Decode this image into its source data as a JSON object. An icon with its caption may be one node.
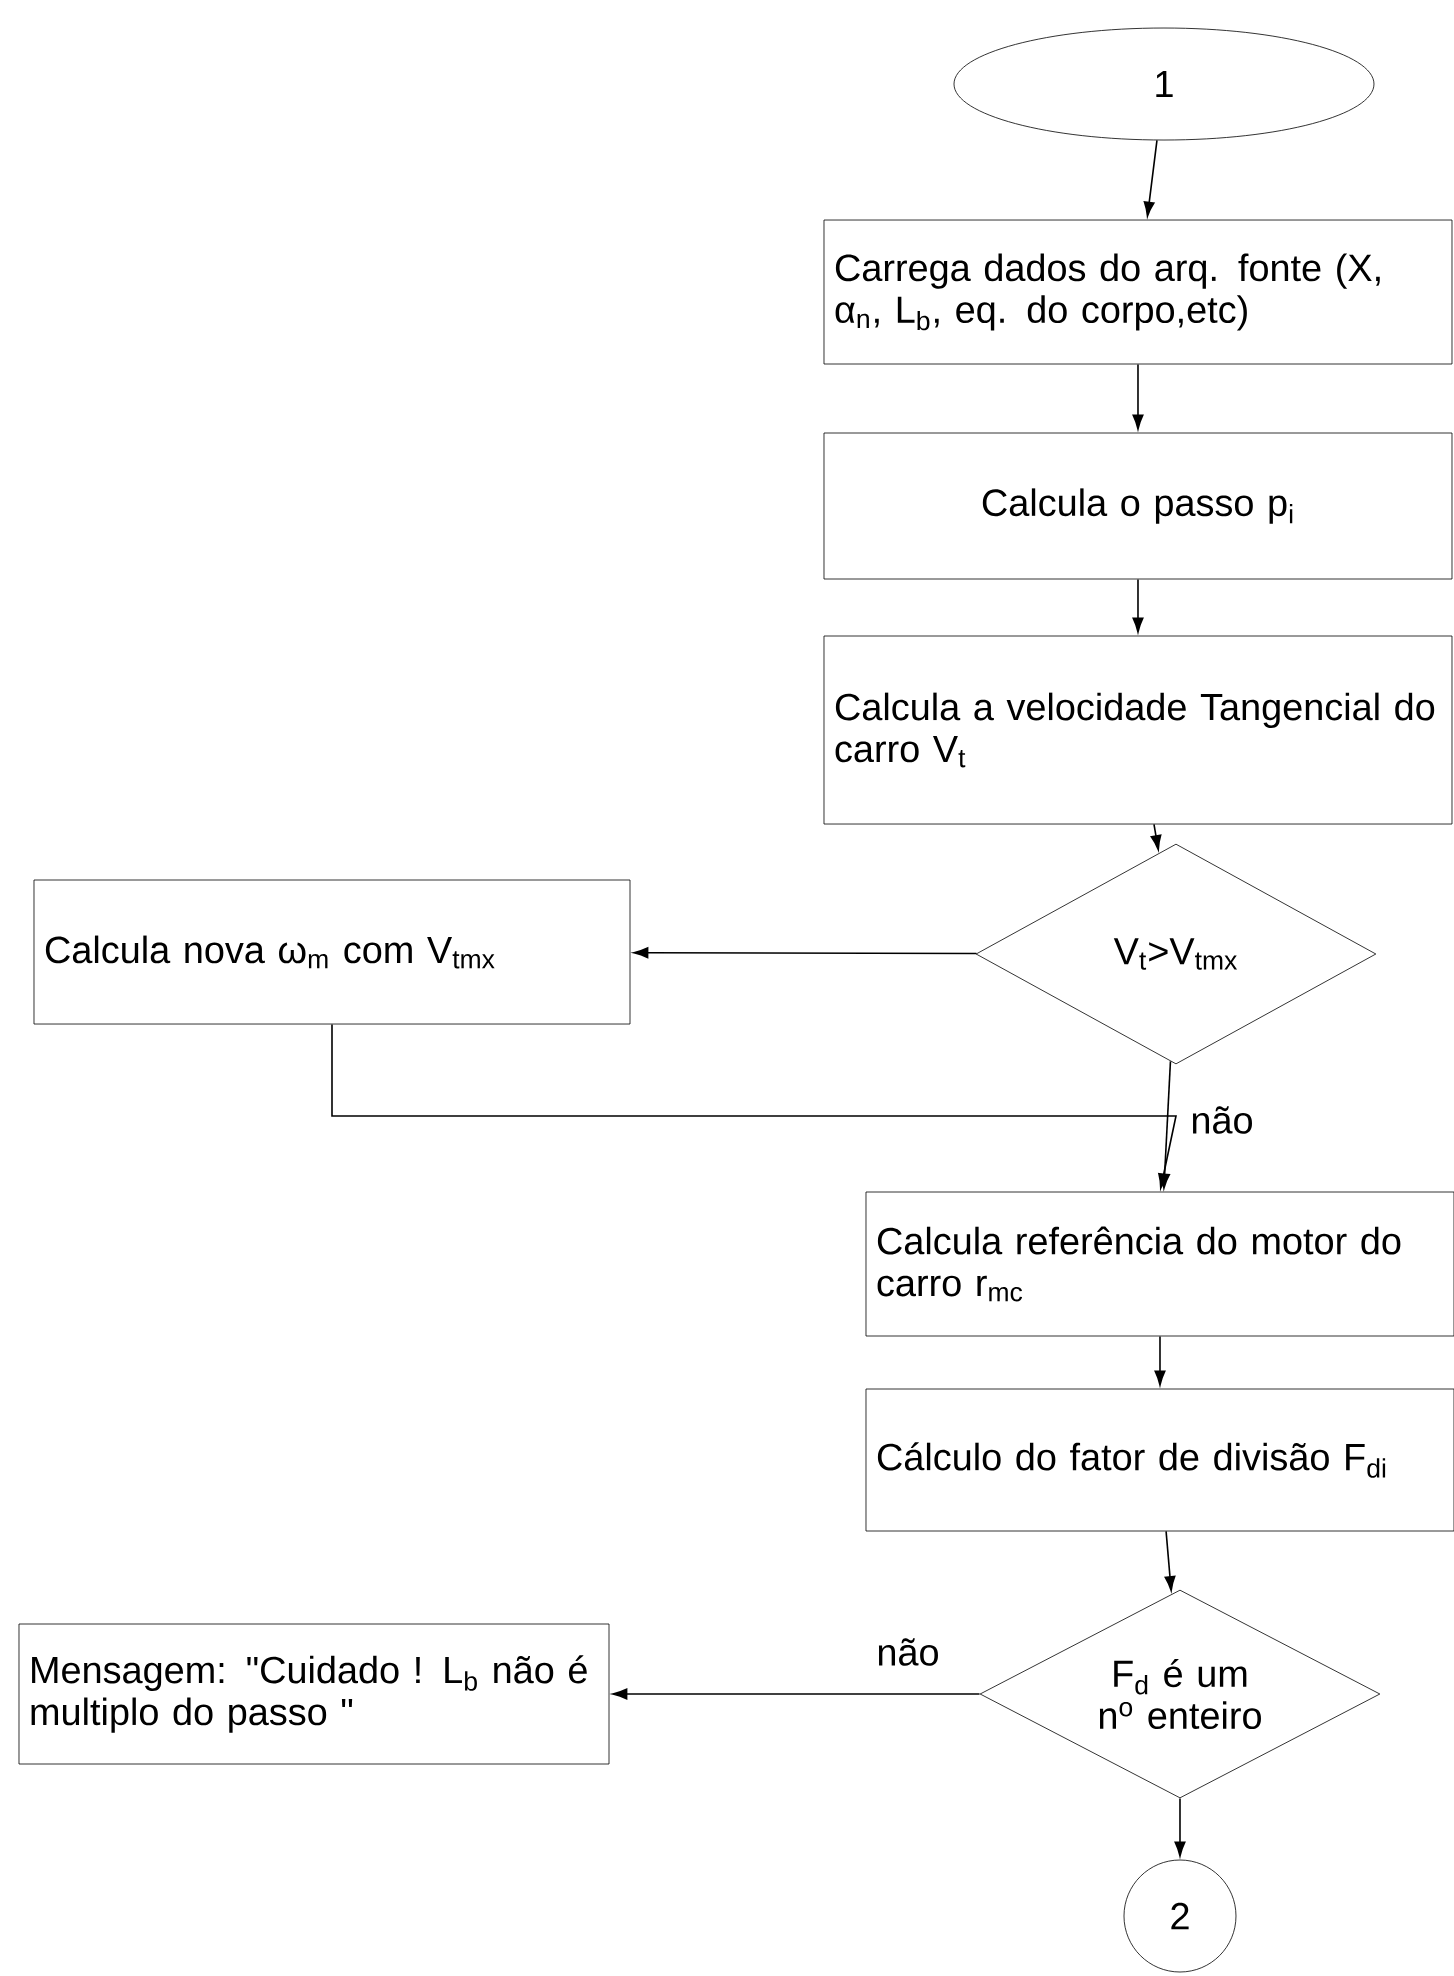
{
  "diagram": {
    "nodes": [
      {
        "text": [
          "1"
        ]
      },
      {
        "text": [
          "Carrega dados do arq. fonte (X, α$_{n}$, L$_{b}$, eq. do corpo,etc)"
        ]
      },
      {
        "text": [
          "Calcula o passo p$_{i}$"
        ]
      },
      {
        "text": [
          "Calcula a velocidade Tangencial do carro V$_{t}$"
        ]
      },
      {
        "text": [
          "V$_{t}$>V$_{tmx}$"
        ]
      },
      {
        "text": [
          "Calcula nova ω$_{m}$ com V$_{tmx}$"
        ]
      },
      {
        "text": [
          "Calcula referência do motor do carro r$_{mc}$"
        ]
      },
      {
        "text": [
          "Cálculo do fator de divisão F$_{di}$"
        ]
      },
      {
        "text": [
          "F$_{d}$ é um n$^{o}$ enteiro"
        ]
      },
      {
        "text": [
          "Mensagem: \"Cuidado ! L$_{b}$ não é multiplo do passo \""
        ]
      },
      {
        "text": [
          "2"
        ]
      }
    ],
    "edges": [
      {
        "from": 0,
        "to": 1,
        "arrow": "to"
      },
      {
        "from": 1,
        "to": 2,
        "arrow": "to"
      },
      {
        "from": 2,
        "to": 3,
        "arrow": "to"
      },
      {
        "from": 3,
        "to": 4,
        "arrow": "to"
      },
      {
        "from": 4,
        "to": 5,
        "arrow": "to"
      },
      {
        "from": 4,
        "to": 6,
        "arrow": "to",
        "label": "não"
      },
      {
        "from": 5,
        "to": 6,
        "arrow": "to"
      },
      {
        "from": 6,
        "to": 7,
        "arrow": "to"
      },
      {
        "from": 7,
        "to": 8,
        "arrow": "to"
      },
      {
        "from": 8,
        "to": 9,
        "arrow": "to",
        "label": "não"
      },
      {
        "from": 8,
        "to": 10,
        "arrow": "to"
      }
    ]
  }
}
